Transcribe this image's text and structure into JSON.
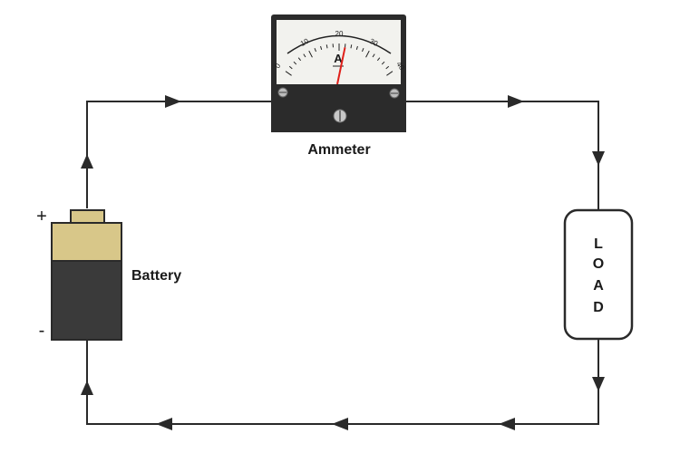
{
  "labels": {
    "ammeter": "Ammeter",
    "battery": "Battery",
    "plus": "+",
    "minus": "-",
    "load_letters": [
      "L",
      "O",
      "A",
      "D"
    ]
  },
  "ammeter_dial": {
    "unit": "A",
    "scale_labels": [
      "0",
      "10",
      "20",
      "30",
      "40"
    ],
    "needle_value": 22
  },
  "colors": {
    "wire": "#2a2a2a",
    "battery_top": "#d8c789",
    "battery_body": "#3a3a3a",
    "ammeter_body": "#2b2b2b",
    "dial_face": "#f2f2ee",
    "needle": "#e0201a"
  }
}
